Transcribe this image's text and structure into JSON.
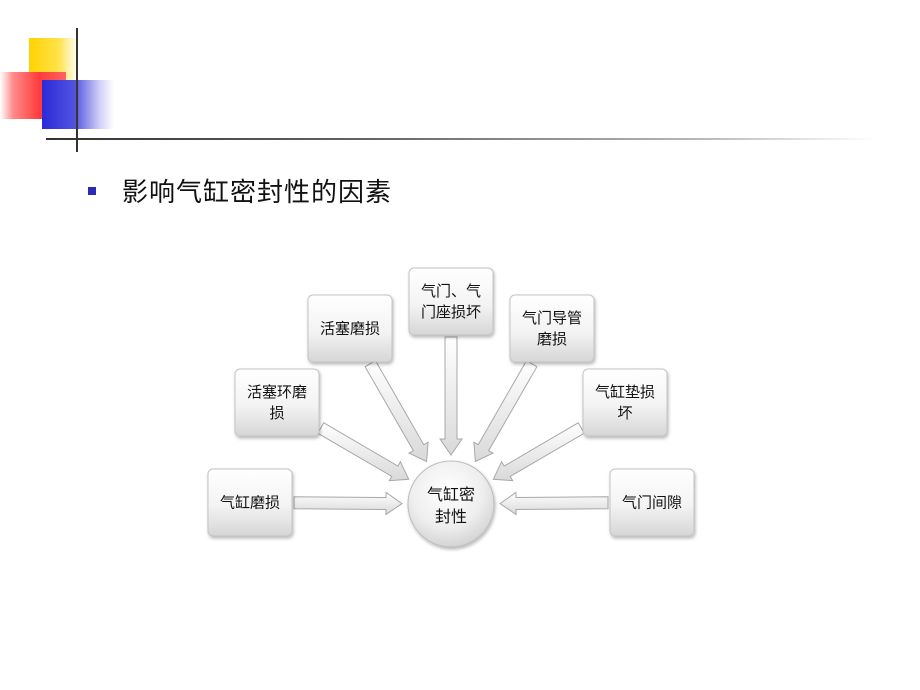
{
  "slide": {
    "bullet_text": "影响气缸密封性的因素"
  },
  "diagram": {
    "center": {
      "lines": [
        "气缸密",
        "封性"
      ]
    },
    "factors": [
      {
        "id": "cylinder-wear",
        "lines": [
          "气缸磨损"
        ]
      },
      {
        "id": "piston-ring-wear",
        "lines": [
          "活塞环磨",
          "损"
        ]
      },
      {
        "id": "piston-wear",
        "lines": [
          "活塞磨损"
        ]
      },
      {
        "id": "valve-seat-damage",
        "lines": [
          "气门、气",
          "门座损坏"
        ]
      },
      {
        "id": "valve-guide-wear",
        "lines": [
          "气门导管",
          "磨损"
        ]
      },
      {
        "id": "gasket-damage",
        "lines": [
          "气缸垫损",
          "坏"
        ]
      },
      {
        "id": "valve-clearance",
        "lines": [
          "气门间隙"
        ]
      }
    ]
  }
}
